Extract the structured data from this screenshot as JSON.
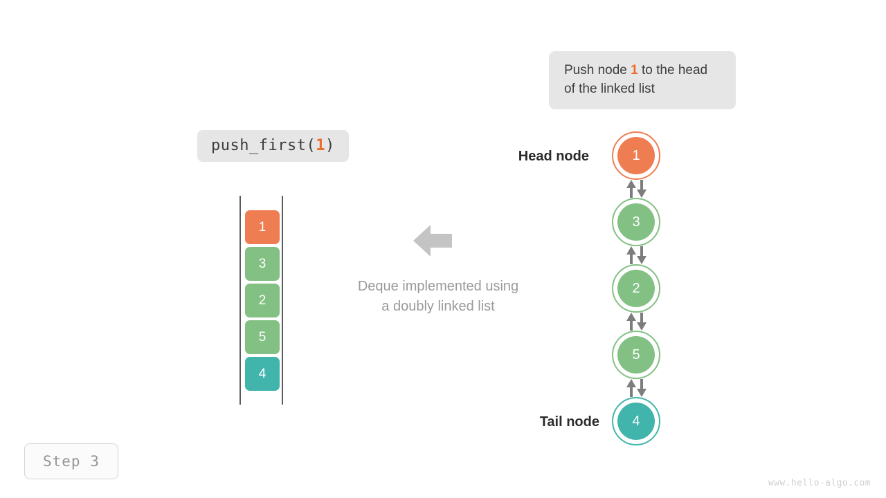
{
  "callout": {
    "text_before": "Push node ",
    "highlight": "1",
    "text_after": " to the head of the linked list"
  },
  "code_chip": {
    "prefix": "push_first(",
    "argument": "1",
    "suffix": ")"
  },
  "stack": {
    "cells": [
      {
        "value": "1",
        "color": "#ef7d52"
      },
      {
        "value": "3",
        "color": "#82c083"
      },
      {
        "value": "2",
        "color": "#82c083"
      },
      {
        "value": "5",
        "color": "#82c083"
      },
      {
        "value": "4",
        "color": "#41b5ac"
      }
    ]
  },
  "center": {
    "arrow_direction": "left",
    "caption_line1": "Deque implemented using",
    "caption_line2": "a doubly linked list"
  },
  "linked_list": {
    "head_label": "Head node",
    "tail_label": "Tail node",
    "nodes": [
      {
        "value": "1",
        "color": "#ef7d52"
      },
      {
        "value": "3",
        "color": "#82c083"
      },
      {
        "value": "2",
        "color": "#82c083"
      },
      {
        "value": "5",
        "color": "#82c083"
      },
      {
        "value": "4",
        "color": "#41b5ac"
      }
    ],
    "link_type": "bidirectional"
  },
  "step_badge": "Step 3",
  "watermark": "www.hello-algo.com",
  "colors": {
    "orange": "#ef7d52",
    "green": "#82c083",
    "teal": "#41b5ac",
    "gray_arrow": "#7d7d7d",
    "chip_bg": "#e6e6e6",
    "caption_gray": "#9a9a9a"
  }
}
